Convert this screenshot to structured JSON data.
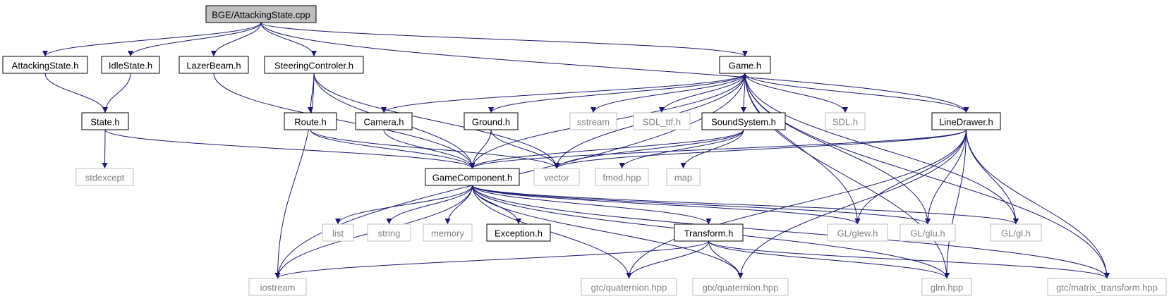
{
  "title": "BGE/AttackingState.cpp",
  "colors": {
    "edge": "#191970",
    "root_fill": "#bfbfbf",
    "doc_border": "#000000",
    "ext_border": "#bfbfbf",
    "ext_text": "#808080",
    "text": "#000000"
  },
  "nodes": [
    {
      "id": "root",
      "label": "BGE/AttackingState.cpp",
      "kind": "root"
    },
    {
      "id": "attackingstate_h",
      "label": "AttackingState.h",
      "kind": "doc"
    },
    {
      "id": "idlestate_h",
      "label": "IdleState.h",
      "kind": "doc"
    },
    {
      "id": "lazerbeam_h",
      "label": "LazerBeam.h",
      "kind": "doc"
    },
    {
      "id": "steeringcontroler_h",
      "label": "SteeringControler.h",
      "kind": "doc"
    },
    {
      "id": "game_h",
      "label": "Game.h",
      "kind": "doc"
    },
    {
      "id": "state_h",
      "label": "State.h",
      "kind": "doc"
    },
    {
      "id": "route_h",
      "label": "Route.h",
      "kind": "doc"
    },
    {
      "id": "camera_h",
      "label": "Camera.h",
      "kind": "doc"
    },
    {
      "id": "ground_h",
      "label": "Ground.h",
      "kind": "doc"
    },
    {
      "id": "sstream",
      "label": "sstream",
      "kind": "ext"
    },
    {
      "id": "sdl_ttf_h",
      "label": "SDL_ttf.h",
      "kind": "ext"
    },
    {
      "id": "soundsystem_h",
      "label": "SoundSystem.h",
      "kind": "doc"
    },
    {
      "id": "sdl_h",
      "label": "SDL.h",
      "kind": "ext"
    },
    {
      "id": "linedrawer_h",
      "label": "LineDrawer.h",
      "kind": "doc"
    },
    {
      "id": "stdexcept",
      "label": "stdexcept",
      "kind": "ext"
    },
    {
      "id": "gamecomponent_h",
      "label": "GameComponent.h",
      "kind": "doc"
    },
    {
      "id": "vector",
      "label": "vector",
      "kind": "ext"
    },
    {
      "id": "fmod_hpp",
      "label": "fmod.hpp",
      "kind": "ext"
    },
    {
      "id": "map",
      "label": "map",
      "kind": "ext"
    },
    {
      "id": "list",
      "label": "list",
      "kind": "ext"
    },
    {
      "id": "string",
      "label": "string",
      "kind": "ext"
    },
    {
      "id": "memory",
      "label": "memory",
      "kind": "ext"
    },
    {
      "id": "exception_h",
      "label": "Exception.h",
      "kind": "doc"
    },
    {
      "id": "transform_h",
      "label": "Transform.h",
      "kind": "doc"
    },
    {
      "id": "gl_glew_h",
      "label": "GL/glew.h",
      "kind": "ext"
    },
    {
      "id": "gl_glu_h",
      "label": "GL/glu.h",
      "kind": "ext"
    },
    {
      "id": "gl_gl_h",
      "label": "GL/gl.h",
      "kind": "ext"
    },
    {
      "id": "iostream",
      "label": "iostream",
      "kind": "ext"
    },
    {
      "id": "gtc_quaternion_hpp",
      "label": "gtc/quaternion.hpp",
      "kind": "ext"
    },
    {
      "id": "gtx_quaternion_hpp",
      "label": "gtx/quaternion.hpp",
      "kind": "ext"
    },
    {
      "id": "glm_hpp",
      "label": "glm.hpp",
      "kind": "ext"
    },
    {
      "id": "gtc_matrix_transform_hpp",
      "label": "gtc/matrix_transform.hpp",
      "kind": "ext"
    }
  ],
  "edges": [
    [
      "root",
      "attackingstate_h"
    ],
    [
      "root",
      "idlestate_h"
    ],
    [
      "root",
      "lazerbeam_h"
    ],
    [
      "root",
      "steeringcontroler_h"
    ],
    [
      "root",
      "game_h"
    ],
    [
      "root",
      "linedrawer_h"
    ],
    [
      "attackingstate_h",
      "state_h"
    ],
    [
      "idlestate_h",
      "state_h"
    ],
    [
      "state_h",
      "stdexcept"
    ],
    [
      "state_h",
      "gamecomponent_h"
    ],
    [
      "lazerbeam_h",
      "gamecomponent_h"
    ],
    [
      "steeringcontroler_h",
      "route_h"
    ],
    [
      "steeringcontroler_h",
      "gamecomponent_h"
    ],
    [
      "steeringcontroler_h",
      "vector"
    ],
    [
      "steeringcontroler_h",
      "iostream"
    ],
    [
      "route_h",
      "gamecomponent_h"
    ],
    [
      "route_h",
      "vector"
    ],
    [
      "camera_h",
      "gamecomponent_h"
    ],
    [
      "ground_h",
      "gamecomponent_h"
    ],
    [
      "ground_h",
      "vector"
    ],
    [
      "game_h",
      "camera_h"
    ],
    [
      "game_h",
      "ground_h"
    ],
    [
      "game_h",
      "sstream"
    ],
    [
      "game_h",
      "sdl_ttf_h"
    ],
    [
      "game_h",
      "soundsystem_h"
    ],
    [
      "game_h",
      "sdl_h"
    ],
    [
      "game_h",
      "linedrawer_h"
    ],
    [
      "game_h",
      "gamecomponent_h"
    ],
    [
      "game_h",
      "vector"
    ],
    [
      "game_h",
      "iostream"
    ],
    [
      "game_h",
      "gl_glew_h"
    ],
    [
      "game_h",
      "gl_glu_h"
    ],
    [
      "game_h",
      "gl_gl_h"
    ],
    [
      "game_h",
      "glm_hpp"
    ],
    [
      "game_h",
      "gtc_matrix_transform_hpp"
    ],
    [
      "soundsystem_h",
      "gamecomponent_h"
    ],
    [
      "soundsystem_h",
      "vector"
    ],
    [
      "soundsystem_h",
      "fmod_hpp"
    ],
    [
      "soundsystem_h",
      "map"
    ],
    [
      "linedrawer_h",
      "gamecomponent_h"
    ],
    [
      "linedrawer_h",
      "vector"
    ],
    [
      "linedrawer_h",
      "gl_glew_h"
    ],
    [
      "linedrawer_h",
      "gl_glu_h"
    ],
    [
      "linedrawer_h",
      "gl_gl_h"
    ],
    [
      "linedrawer_h",
      "glm_hpp"
    ],
    [
      "linedrawer_h",
      "gtc_matrix_transform_hpp"
    ],
    [
      "linedrawer_h",
      "gtc_quaternion_hpp"
    ],
    [
      "linedrawer_h",
      "gtx_quaternion_hpp"
    ],
    [
      "gamecomponent_h",
      "list"
    ],
    [
      "gamecomponent_h",
      "string"
    ],
    [
      "gamecomponent_h",
      "memory"
    ],
    [
      "gamecomponent_h",
      "exception_h"
    ],
    [
      "gamecomponent_h",
      "transform_h"
    ],
    [
      "gamecomponent_h",
      "iostream"
    ],
    [
      "gamecomponent_h",
      "gtc_quaternion_hpp"
    ],
    [
      "gamecomponent_h",
      "gtx_quaternion_hpp"
    ],
    [
      "gamecomponent_h",
      "glm_hpp"
    ],
    [
      "gamecomponent_h",
      "gl_glew_h"
    ],
    [
      "gamecomponent_h",
      "gl_glu_h"
    ],
    [
      "gamecomponent_h",
      "gl_gl_h"
    ],
    [
      "gamecomponent_h",
      "gtc_matrix_transform_hpp"
    ],
    [
      "transform_h",
      "iostream"
    ],
    [
      "transform_h",
      "gtc_quaternion_hpp"
    ],
    [
      "transform_h",
      "gtx_quaternion_hpp"
    ],
    [
      "transform_h",
      "glm_hpp"
    ],
    [
      "transform_h",
      "gtc_matrix_transform_hpp"
    ]
  ]
}
